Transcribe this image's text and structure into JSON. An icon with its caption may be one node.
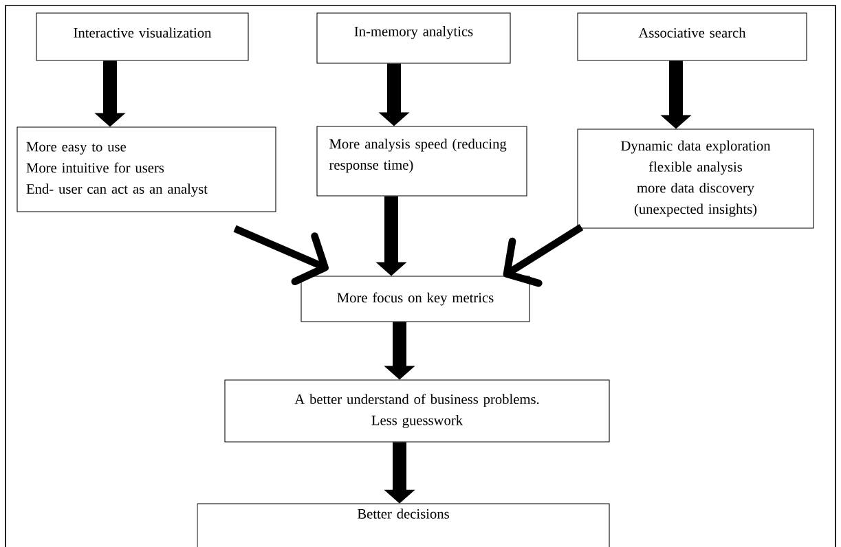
{
  "diagram": {
    "nodes": [
      {
        "text": [
          "Interactive visualization"
        ]
      },
      {
        "text": [
          "In-memory analytics"
        ]
      },
      {
        "text": [
          "Associative search"
        ]
      },
      {
        "text": [
          "More easy to use",
          "More intuitive for users",
          "End- user can act as an analyst"
        ]
      },
      {
        "text": [
          "More analysis speed (reducing response time)"
        ]
      },
      {
        "text": [
          "Dynamic data exploration",
          "flexible analysis",
          "more data discovery (unexpected insights)"
        ]
      },
      {
        "text": [
          "More focus on key metrics"
        ]
      },
      {
        "text": [
          "A better understand of business problems.",
          "Less guesswork"
        ]
      },
      {
        "text": [
          "Better decisions"
        ]
      }
    ],
    "edges": [
      {
        "from": 0,
        "to": 3,
        "arrow": "to"
      },
      {
        "from": 1,
        "to": 4,
        "arrow": "to"
      },
      {
        "from": 2,
        "to": 5,
        "arrow": "to"
      },
      {
        "from": 3,
        "to": 6,
        "arrow": "to"
      },
      {
        "from": 4,
        "to": 6,
        "arrow": "to"
      },
      {
        "from": 5,
        "to": 6,
        "arrow": "to"
      },
      {
        "from": 6,
        "to": 7,
        "arrow": "to"
      },
      {
        "from": 7,
        "to": 8,
        "arrow": "to"
      }
    ]
  }
}
